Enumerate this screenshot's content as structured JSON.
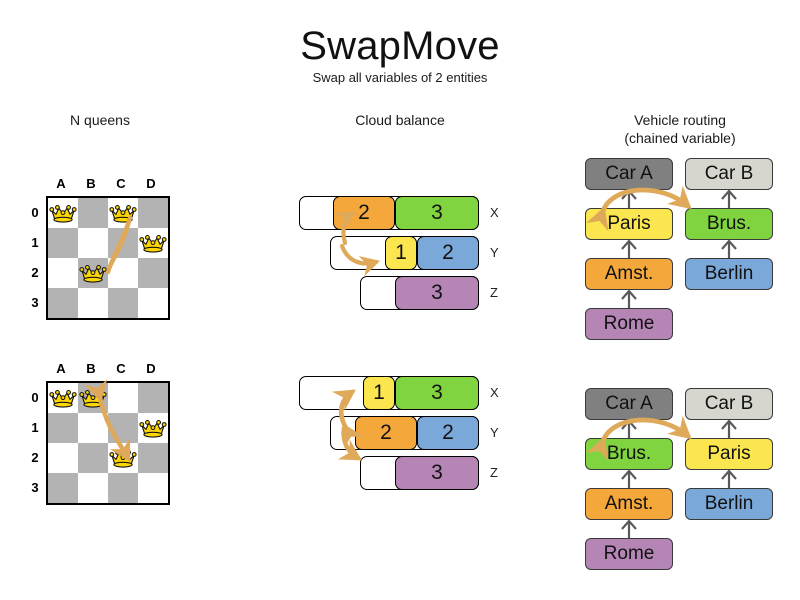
{
  "header": {
    "title": "SwapMove",
    "subtitle": "Swap all variables of 2 entities"
  },
  "columns": {
    "nqueens": {
      "title": "N queens"
    },
    "cloud": {
      "title": "Cloud balance"
    },
    "vrp": {
      "title_line1": "Vehicle routing",
      "title_line2": "(chained variable)"
    }
  },
  "palette": {
    "orange": "#f4a83c",
    "green": "#7fd43f",
    "yellow": "#fbe64f",
    "blue": "#7aa8d8",
    "purple": "#b585b5",
    "dark_gray": "#808080",
    "light_gray": "#d6d6ce",
    "board_dark": "#b3b3b3",
    "board_light": "#ffffff",
    "arrow": "#dfa95a",
    "queen": "#ffd700"
  },
  "nqueens": {
    "files": [
      "A",
      "B",
      "C",
      "D"
    ],
    "ranks": [
      "0",
      "1",
      "2",
      "3"
    ],
    "before": {
      "queens": [
        {
          "file": "A",
          "rank": "0"
        },
        {
          "file": "C",
          "rank": "0"
        },
        {
          "file": "D",
          "rank": "1"
        },
        {
          "file": "B",
          "rank": "2"
        }
      ]
    },
    "after": {
      "queens": [
        {
          "file": "A",
          "rank": "0"
        },
        {
          "file": "B",
          "rank": "0"
        },
        {
          "file": "D",
          "rank": "1"
        },
        {
          "file": "C",
          "rank": "2"
        }
      ]
    },
    "swap_before": [
      "C0",
      "B2"
    ],
    "swap_after": [
      "B0",
      "C2"
    ]
  },
  "cloud": {
    "rows_before": [
      {
        "label": "X",
        "blocks": [
          {
            "value": "2",
            "color": "orange"
          },
          {
            "value": "3",
            "color": "green"
          }
        ]
      },
      {
        "label": "Y",
        "blocks": [
          {
            "value": "1",
            "color": "yellow"
          },
          {
            "value": "2",
            "color": "blue"
          }
        ]
      },
      {
        "label": "Z",
        "blocks": [
          {
            "value": "3",
            "color": "purple"
          }
        ]
      }
    ],
    "rows_after": [
      {
        "label": "X",
        "blocks": [
          {
            "value": "1",
            "color": "yellow"
          },
          {
            "value": "3",
            "color": "green"
          }
        ]
      },
      {
        "label": "Y",
        "blocks": [
          {
            "value": "2",
            "color": "orange"
          },
          {
            "value": "2",
            "color": "blue"
          }
        ]
      },
      {
        "label": "Z",
        "blocks": [
          {
            "value": "3",
            "color": "purple"
          }
        ]
      }
    ]
  },
  "vrp": {
    "before": {
      "chain_a": [
        "Car A",
        "Paris",
        "Amst.",
        "Rome"
      ],
      "chain_b": [
        "Car B",
        "Brus.",
        "Berlin"
      ],
      "colors_a": [
        "dark_gray",
        "yellow",
        "orange",
        "purple"
      ],
      "colors_b": [
        "light_gray",
        "green",
        "blue"
      ]
    },
    "after": {
      "chain_a": [
        "Car A",
        "Brus.",
        "Amst.",
        "Rome"
      ],
      "chain_b": [
        "Car B",
        "Paris",
        "Berlin"
      ],
      "colors_a": [
        "dark_gray",
        "green",
        "orange",
        "purple"
      ],
      "colors_b": [
        "light_gray",
        "yellow",
        "blue"
      ]
    }
  }
}
